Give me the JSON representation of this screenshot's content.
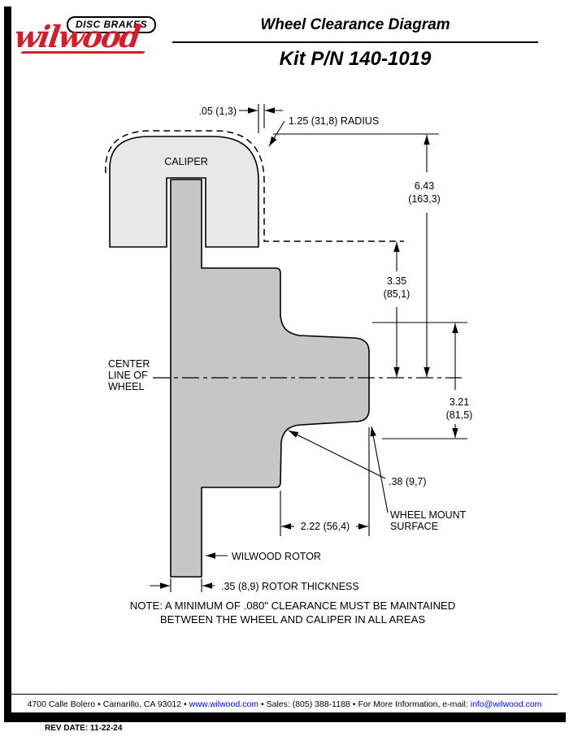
{
  "logo": {
    "tagline": "DISC BRAKES",
    "brand": "wilwood"
  },
  "header": {
    "title": "Wheel Clearance Diagram",
    "kit": "Kit P/N 140-1019"
  },
  "diagram": {
    "caliper_label": "CALIPER",
    "centerline": {
      "line1": "CENTER",
      "line2": "LINE OF",
      "line3": "WHEEL"
    },
    "dims": {
      "clearance_top": ".05 (1,3)",
      "radius": "1.25 (31,8) RADIUS",
      "caliper_top": {
        "in": "6.43",
        "mm": "(163,3)"
      },
      "caliper_bottom": {
        "in": "3.35",
        "mm": "(85,1)"
      },
      "flange": {
        "in": "3.21",
        "mm": "(81,5)"
      },
      "fillet": ".38 (9,7)",
      "wheel_mount": {
        "line1": "WHEEL MOUNT",
        "line2": "SURFACE"
      },
      "offset": "2.22 (56,4)",
      "rotor": "WILWOOD ROTOR",
      "rotor_thickness": ".35 (8,9) ROTOR THICKNESS"
    },
    "note": {
      "line1": "NOTE: A MINIMUM OF .080\" CLEARANCE MUST BE MAINTAINED",
      "line2": "BETWEEN THE WHEEL AND CALIPER IN ALL AREAS"
    }
  },
  "footer": {
    "sep": "•",
    "address": "4700 Calle Bolero",
    "city": "Camarillo, CA 93012",
    "web": "www.wilwood.com",
    "sales": "Sales: (805) 388-1188",
    "more": "For More Information, e-mail:",
    "email": "info@wilwood.com",
    "rev": "REV DATE:  11-22-24"
  },
  "colors": {
    "brand_red": "#cf2030",
    "caliper_fill": "#e8e8e8",
    "rotor_fill": "#c6c6c6",
    "link_blue": "#0000ee",
    "line_black": "#000000"
  }
}
